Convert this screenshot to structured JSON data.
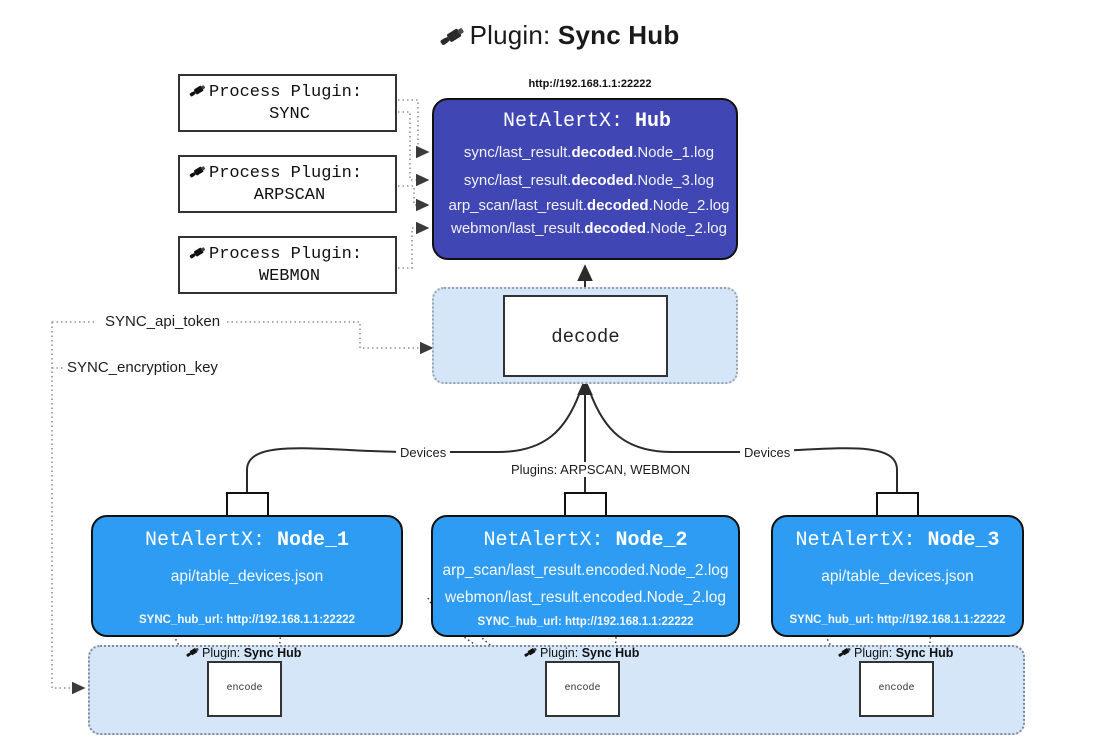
{
  "page": {
    "title_prefix": "Plugin:",
    "title_strong": "Sync Hub",
    "title_icon": "plug-icon"
  },
  "hub": {
    "url": "http://192.168.1.1:22222",
    "title_prefix": "NetAlertX:",
    "title_name": "Hub",
    "log_lines": [
      {
        "pre": "sync/last_result.",
        "strong": "decoded",
        "post": ".Node_1.log"
      },
      {
        "pre": "sync/last_result.",
        "strong": "decoded",
        "post": ".Node_3.log"
      },
      {
        "pre": "arp_scan/last_result.",
        "strong": "decoded",
        "post": ".Node_2.log"
      },
      {
        "pre": "webmon/last_result.",
        "strong": "decoded",
        "post": ".Node_2.log"
      }
    ]
  },
  "process_plugins": [
    {
      "line1": "Process Plugin:",
      "line2": "SYNC",
      "icon": "plug-icon"
    },
    {
      "line1": "Process Plugin:",
      "line2": "ARPSCAN",
      "icon": "plug-icon"
    },
    {
      "line1": "Process Plugin:",
      "line2": "WEBMON",
      "icon": "plug-icon"
    }
  ],
  "decode": {
    "label": "decode"
  },
  "config_paths": [
    {
      "label": "SYNC_api_token"
    },
    {
      "label": "SYNC_encryption_key"
    }
  ],
  "edge_labels": {
    "devices_left": "Devices",
    "devices_right": "Devices",
    "plugins_center": "Plugins: ARPSCAN, WEBMON"
  },
  "nodes": [
    {
      "title_prefix": "NetAlertX:",
      "title_name": "Node_1",
      "lines": [
        "api/table_devices.json"
      ],
      "footer": "SYNC_hub_url: http://192.168.1.1:22222",
      "icon": "envelope-icon"
    },
    {
      "title_prefix": "NetAlertX:",
      "title_name": "Node_2",
      "lines": [
        "arp_scan/last_result.encoded.Node_2.log",
        "webmon/last_result.encoded.Node_2.log"
      ],
      "footer": "SYNC_hub_url: http://192.168.1.1:22222",
      "icon": "envelope-icon"
    },
    {
      "title_prefix": "NetAlertX:",
      "title_name": "Node_3",
      "lines": [
        "api/table_devices.json"
      ],
      "footer": "SYNC_hub_url: http://192.168.1.1:22222",
      "icon": "envelope-icon"
    }
  ],
  "encoders": [
    {
      "caption_prefix": "Plugin:",
      "caption_strong": "Sync Hub",
      "label": "encode",
      "icon": "plug-icon"
    },
    {
      "caption_prefix": "Plugin:",
      "caption_strong": "Sync Hub",
      "label": "encode",
      "icon": "plug-icon"
    },
    {
      "caption_prefix": "Plugin:",
      "caption_strong": "Sync Hub",
      "label": "encode",
      "icon": "plug-icon"
    }
  ],
  "colors": {
    "hub_fill": "#4046b4",
    "node_fill": "#2f9cf3",
    "group_fill": "#d4e6f8",
    "stroke": "#111111",
    "dotted": "#8a939e"
  }
}
